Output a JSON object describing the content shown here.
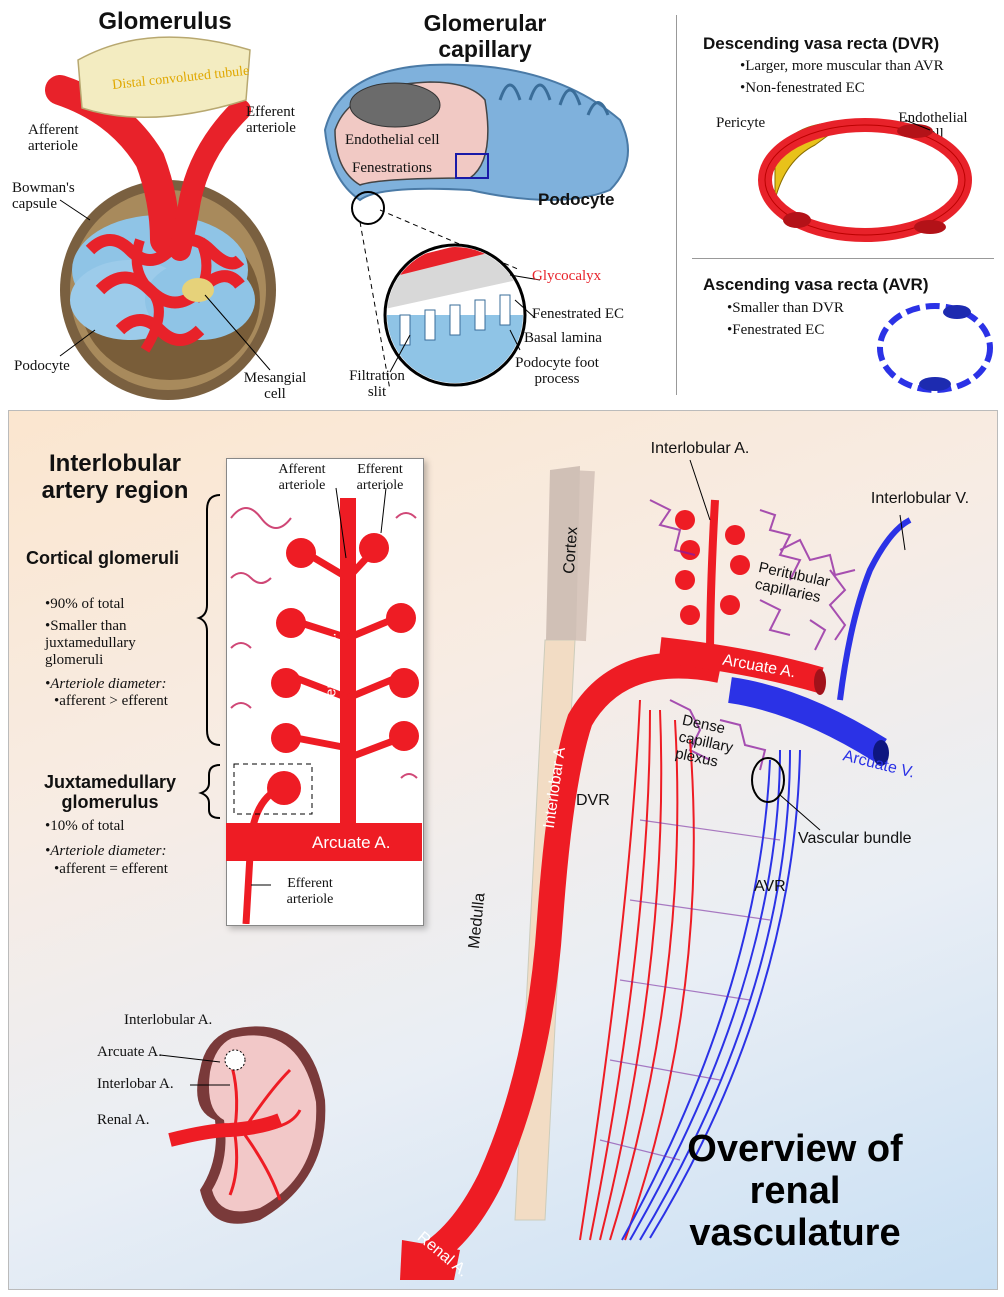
{
  "glomerulus": {
    "title": "Glomerulus",
    "distal": "Distal convoluted tubule",
    "afferent": "Afferent arteriole",
    "efferent": "Efferent arteriole",
    "bowmans": "Bowman's capsule",
    "podocyte": "Podocyte",
    "mesangial": "Mesangial cell"
  },
  "capillary": {
    "title": "Glomerular capillary",
    "endothelial": "Endothelial cell",
    "fenestrations": "Fenestrations",
    "podocyte": "Podocyte",
    "glycocalyx": "Glycocalyx",
    "fenestrated_ec": "Fenestrated EC",
    "basal_lamina": "Basal lamina",
    "foot_process": "Podocyte foot process",
    "filtration_slit": "Filtration slit"
  },
  "dvr": {
    "title": "Descending vasa recta (DVR)",
    "bullets": [
      "Larger, more muscular than AVR",
      "Non-fenestrated EC"
    ],
    "pericyte": "Pericyte",
    "endothelial": "Endothelial cell"
  },
  "avr": {
    "title": "Ascending vasa recta (AVR)",
    "bullets": [
      "Smaller than DVR",
      "Fenestrated EC"
    ]
  },
  "interlobular_region": {
    "title": "Interlobular artery region",
    "cortical": {
      "title": "Cortical glomeruli",
      "b1": "90% of total",
      "b2": "Smaller than juxtamedullary glomeruli",
      "b3_italic": "Arteriole diameter:",
      "b3_rest": "afferent > efferent"
    },
    "juxta": {
      "title": "Juxtamedullary glomerulus",
      "b1": "10% of total",
      "b2_italic": "Arteriole diameter:",
      "b2_rest": "afferent = efferent"
    },
    "box": {
      "afferent": "Afferent arteriole",
      "efferent_top": "Efferent arteriole",
      "interlobar": "Interlobar A.",
      "arcuate": "Arcuate A.",
      "efferent_bottom": "Efferent arteriole"
    }
  },
  "kidney": {
    "interlobular": "Interlobular A.",
    "arcuate": "Arcuate A.",
    "interlobar": "Interlobar A.",
    "renal": "Renal A."
  },
  "vasculature": {
    "cortex": "Cortex",
    "medulla": "Medulla",
    "interlobular_a": "Interlobular A.",
    "interlobular_v": "Interlobular V.",
    "peritubular": "Peritubular capillaries",
    "arcuate_a": "Arcuate A.",
    "arcuate_v": "Arcuate V.",
    "dense": "Dense capillary plexus",
    "dvr": "DVR",
    "avr": "AVR",
    "vascular_bundle": "Vascular bundle",
    "interlobar_a": "Interlobar A",
    "renal_a": "Renal A."
  },
  "overview_title": "Overview of renal vasculature",
  "colors": {
    "artery": "#ee1c24",
    "vein": "#2b32e6",
    "podocyte": "#8fc4e6",
    "pericyte": "#e8c21a"
  }
}
